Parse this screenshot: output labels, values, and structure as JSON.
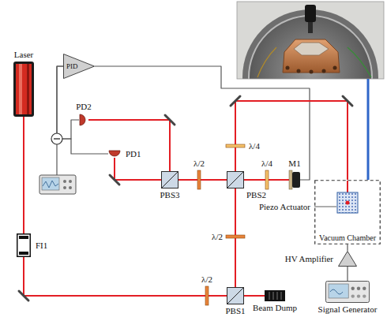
{
  "diagram": {
    "nodes": [
      {
        "text": [
          "Laser"
        ]
      },
      {
        "text": [
          "PID"
        ]
      },
      {
        "text": [
          "PD2"
        ]
      },
      {
        "text": [
          "PD1"
        ]
      },
      {
        "text": [
          "FI1"
        ]
      },
      {
        "text": [
          "PBS3"
        ]
      },
      {
        "text": [
          "PBS2"
        ]
      },
      {
        "text": [
          "M1"
        ]
      },
      {
        "text": [
          "Vacuum Chamber"
        ]
      },
      {
        "text": [
          "PBS1"
        ]
      },
      {
        "text": [
          "Beam Dump"
        ]
      },
      {
        "text": [
          "HV Amplifier"
        ]
      },
      {
        "text": [
          "Signal Generator"
        ]
      }
    ],
    "edges": [
      {
        "from": 0,
        "to": 4,
        "arrow": "none"
      },
      {
        "from": 4,
        "to": 9,
        "arrow": "none"
      },
      {
        "from": 9,
        "to": 10,
        "arrow": "none"
      },
      {
        "from": 9,
        "to": 6,
        "arrow": "none"
      },
      {
        "from": 6,
        "to": 7,
        "arrow": "none"
      },
      {
        "from": 6,
        "to": 5,
        "arrow": "none"
      },
      {
        "from": 5,
        "to": 2,
        "arrow": "none"
      },
      {
        "from": 5,
        "to": 3,
        "arrow": "none"
      },
      {
        "from": 2,
        "to": 1,
        "arrow": "none"
      },
      {
        "from": 3,
        "to": 1,
        "arrow": "none"
      },
      {
        "from": 1,
        "to": 7,
        "arrow": "none"
      },
      {
        "from": 6,
        "to": 8,
        "arrow": "none"
      },
      {
        "from": 8,
        "to": 11,
        "arrow": "none"
      },
      {
        "from": 11,
        "to": 12,
        "arrow": "none"
      }
    ],
    "labels": [
      "λ/2",
      "λ/4",
      "λ/4",
      "λ/2",
      "λ/2",
      "Piezo Actuator"
    ]
  }
}
